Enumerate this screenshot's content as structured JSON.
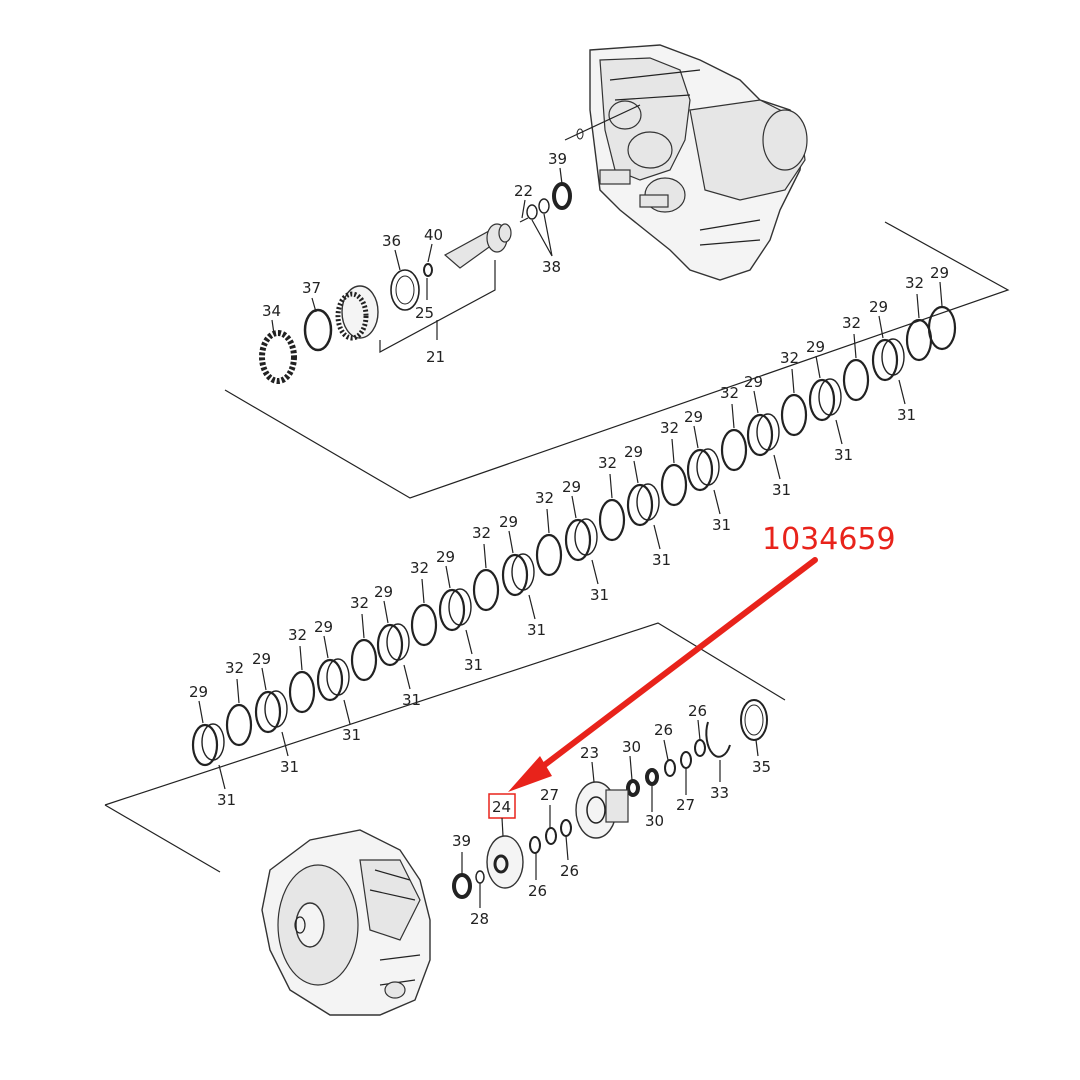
{
  "callout": {
    "part_number": "1034659",
    "highlighted_label": "24",
    "color": "#e8231b"
  },
  "labels": {
    "l39a": "39",
    "l22": "22",
    "l38": "38",
    "l36": "36",
    "l40": "40",
    "l37": "37",
    "l25": "25",
    "l34": "34",
    "l21": "21",
    "l29": "29",
    "l31": "31",
    "l32": "32",
    "l23": "23",
    "l30": "30",
    "l26": "26",
    "l27": "27",
    "l33": "33",
    "l35": "35",
    "l28": "28",
    "l39b": "39",
    "l24": "24"
  }
}
